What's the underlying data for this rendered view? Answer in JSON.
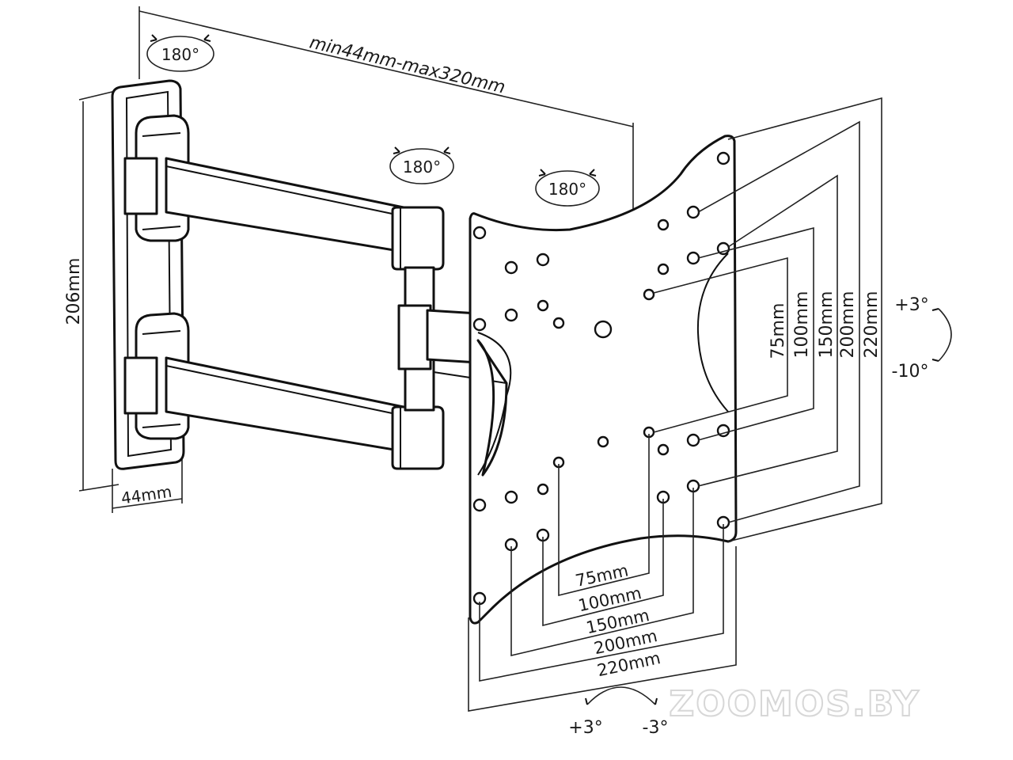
{
  "rotation_labels": {
    "wall": "180°",
    "arm": "180°",
    "head": "180°"
  },
  "dimensions": {
    "extension": "min44mm-max320mm",
    "height": "206mm",
    "depth": "44mm"
  },
  "vesa_vertical": [
    "75mm",
    "100mm",
    "150mm",
    "200mm",
    "220mm"
  ],
  "vesa_horizontal": [
    "75mm",
    "100mm",
    "150mm",
    "200mm",
    "220mm"
  ],
  "tilt": {
    "up": "+3°",
    "down": "-10°"
  },
  "swivel": {
    "left": "+3°",
    "right": "-3°"
  },
  "watermark": "ZOOMOS.BY",
  "colors": {
    "line": "#111111",
    "background": "#ffffff",
    "watermark": "#d7d7d7"
  }
}
